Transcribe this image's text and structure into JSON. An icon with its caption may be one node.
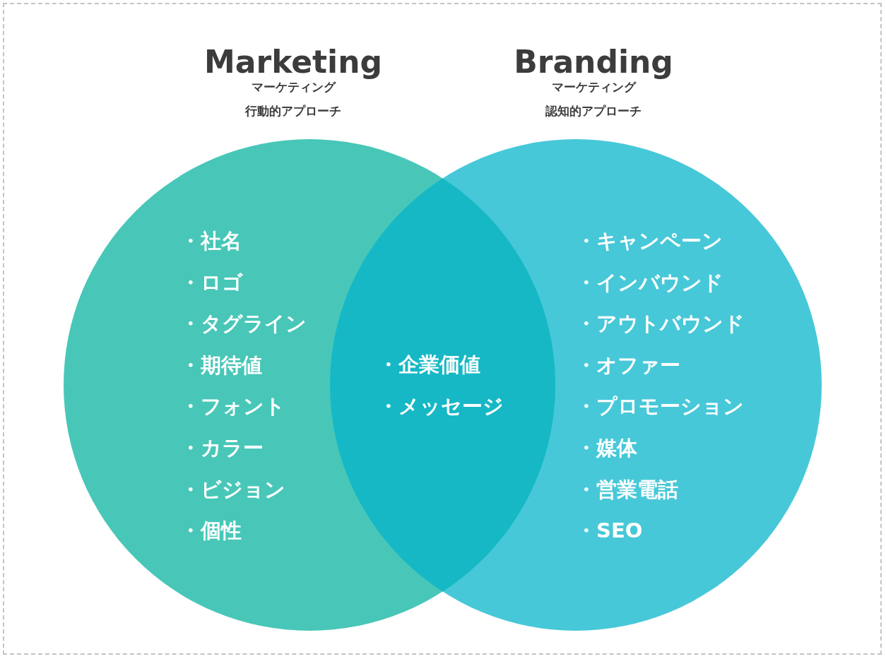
{
  "diagram": {
    "nodes": [
      {
        "text": [
          "Marketing",
          "マーケティング",
          "行動的アプローチ",
          "・社名",
          "・ロゴ",
          "・タグライン",
          "・期待値",
          "・フォント",
          "・カラー",
          "・ビジョン",
          "・個性"
        ]
      },
      {
        "text": [
          "Branding",
          "マーケティング",
          "認知的アプローチ",
          "・キャンペーン",
          "・インバウンド",
          "・アウトバウンド",
          "・オファー",
          "・プロモーション",
          "・媒体",
          "・営業電話",
          "・SEO"
        ]
      }
    ],
    "labels": [
      "・企業価値",
      "・メッセージ"
    ]
  }
}
